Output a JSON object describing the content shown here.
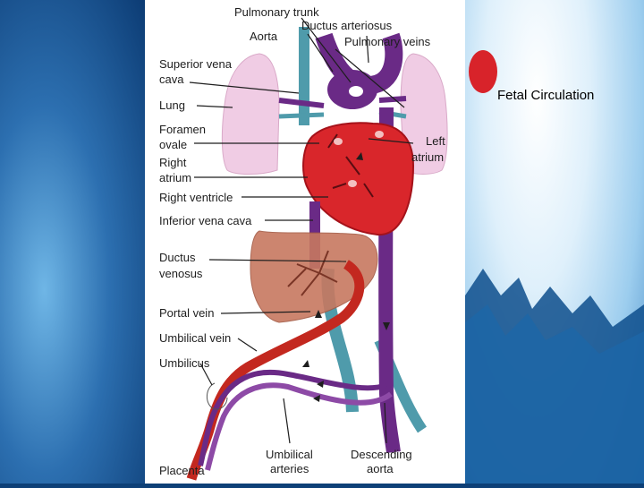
{
  "slide": {
    "title": "Fetal Circulation"
  },
  "diagram": {
    "labels": {
      "pulmonary_trunk": "Pulmonary trunk",
      "ductus_arteriosus": "Ductus arteriosus",
      "aorta": "Aorta",
      "pulmonary_veins": "Pulmonary veins",
      "superior_vena_cava_1": "Superior vena",
      "superior_vena_cava_2": "cava",
      "lung": "Lung",
      "foramen_ovale_1": "Foramen",
      "foramen_ovale_2": "ovale",
      "left_atrium_1": "Left",
      "left_atrium_2": "atrium",
      "right_atrium_1": "Right",
      "right_atrium_2": "atrium",
      "right_ventricle": "Right ventricle",
      "inferior_vena_cava": "Inferior vena cava",
      "ductus_venosus_1": "Ductus",
      "ductus_venosus_2": "venosus",
      "portal_vein": "Portal vein",
      "umbilical_vein": "Umbilical vein",
      "umbilicus": "Umbilicus",
      "placenta": "Placenta",
      "umbilical_arteries_1": "Umbilical",
      "umbilical_arteries_2": "arteries",
      "descending_aorta_1": "Descending",
      "descending_aorta_2": "aorta"
    },
    "colors": {
      "heart": "#d9262b",
      "heart_dark": "#a5121a",
      "venous": "#6a2a86",
      "venous_light": "#8d4aa6",
      "oxygenated": "#c3281f",
      "lung": "#f0cce4",
      "liver": "#c77860",
      "teal_vessel": "#4f9bab"
    }
  }
}
